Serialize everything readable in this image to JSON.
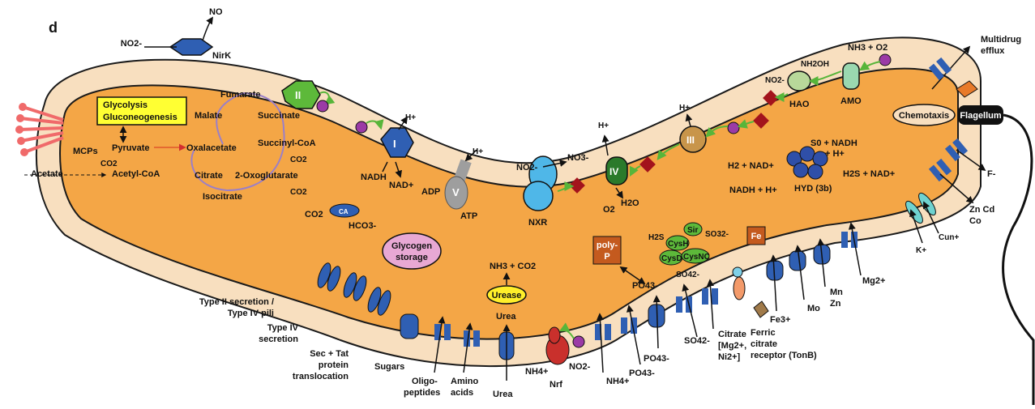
{
  "panel_letter": "d",
  "nirk": {
    "no2": "NO2-",
    "no": "NO",
    "label": "NirK"
  },
  "mcps": "MCPs",
  "glyco_box": {
    "line1": "Glycolysis",
    "line2": "Gluconeogenesis"
  },
  "tca": {
    "pyruvate": "Pyruvate",
    "oxalacetate": "Oxalacetate",
    "fumarate": "Fumarate",
    "malate": "Malate",
    "succinate": "Succinate",
    "succinyl_coa": "Succinyl-CoA",
    "co2_a": "CO2",
    "co2_b": "CO2",
    "co2_c": "CO2",
    "acetate": "Acetate",
    "acetyl_coa": "Acetyl-CoA",
    "citrate": "Citrate",
    "oxoglutarate": "2-Oxoglutarate",
    "isocitrate": "Isocitrate"
  },
  "complex_ii": "II",
  "complex_i": {
    "label": "I",
    "hplus": "H+",
    "nadh": "NADH",
    "nad": "NAD+"
  },
  "atp_synthase": {
    "label": "V",
    "hplus": "H+",
    "adp": "ADP",
    "atp": "ATP"
  },
  "ca": {
    "label": "CA",
    "co2": "CO2",
    "hco3": "HCO3-"
  },
  "glycogen": {
    "line1": "Glycogen",
    "line2": "storage"
  },
  "urease": {
    "nh3": "NH3 + CO2",
    "label": "Urease",
    "urea": "Urea"
  },
  "polyp": {
    "line1": "poly-",
    "line2": "P"
  },
  "nxr": {
    "label": "NXR",
    "no2": "NO2-",
    "no3": "NO3-"
  },
  "complex_iv": {
    "label": "IV",
    "hplus": "H+",
    "o2": "O2",
    "h2o": "H2O"
  },
  "complex_iii": {
    "label": "III",
    "hplus": "H+"
  },
  "hao": {
    "label": "HAO",
    "nh2oh": "NH2OH",
    "no2": "NO2-"
  },
  "amo": {
    "label": "AMO",
    "nh3": "NH3 + O2"
  },
  "hyd": {
    "label": "HYD (3b)",
    "s0": "S0 + NADH",
    "hplus": "+ H+",
    "h2": "H2 + NAD+",
    "h2s": "H2S + NAD+",
    "nadh": "NADH + H+"
  },
  "sulfur": {
    "sir": "Sir",
    "cysh": "CysH",
    "cysd": "CysD",
    "cysnc": "CysNC",
    "h2s": "H2S",
    "so3": "SO32-",
    "so4": "SO42-"
  },
  "fe": "Fe",
  "chemotaxis": "Chemotaxis",
  "flagellum": "Flagellum",
  "multidrug": {
    "line1": "Multidrug",
    "line2": "efflux"
  },
  "f_minus": "F-",
  "metals": {
    "zncd": "Zn Cd",
    "co": "Co",
    "cu": "Cun+",
    "k": "K+"
  },
  "bottom": {
    "type2": "Type II secretion /",
    "type4pili": "Type IV pili",
    "type4sec1": "Type IV",
    "type4sec2": "secretion",
    "sectat1": "Sec + Tat",
    "sectat2": "protein",
    "sectat3": "translocation",
    "sugars": "Sugars",
    "oligo1": "Oligo-",
    "oligo2": "peptides",
    "amino1": "Amino",
    "amino2": "acids",
    "urea": "Urea",
    "nrf": "Nrf",
    "nh4": "NH4+",
    "no2": "NO2-",
    "nh4b": "NH4+",
    "po4a": "PO43-",
    "po4b": "PO43-",
    "po4c": "PO43-",
    "so4": "SO42-",
    "citrate": "Citrate",
    "mgni": "[Mg2+,",
    "ni": "Ni2+]",
    "fe3": "Fe3+",
    "ferric1": "Ferric",
    "ferric2": "citrate",
    "ferric3": "receptor (TonB)",
    "mo": "Mo",
    "mn": "Mn",
    "zn": "Zn",
    "mg": "Mg2+"
  },
  "colors": {
    "periplasm": "#f8dfbf",
    "cytoplasm": "#f4a646",
    "transporter": "#2f5fb3",
    "complex_green": "#5db93a",
    "arrow_green": "#57b53a",
    "dot_purple": "#9b3aa6",
    "red_square": "#a3131c"
  }
}
